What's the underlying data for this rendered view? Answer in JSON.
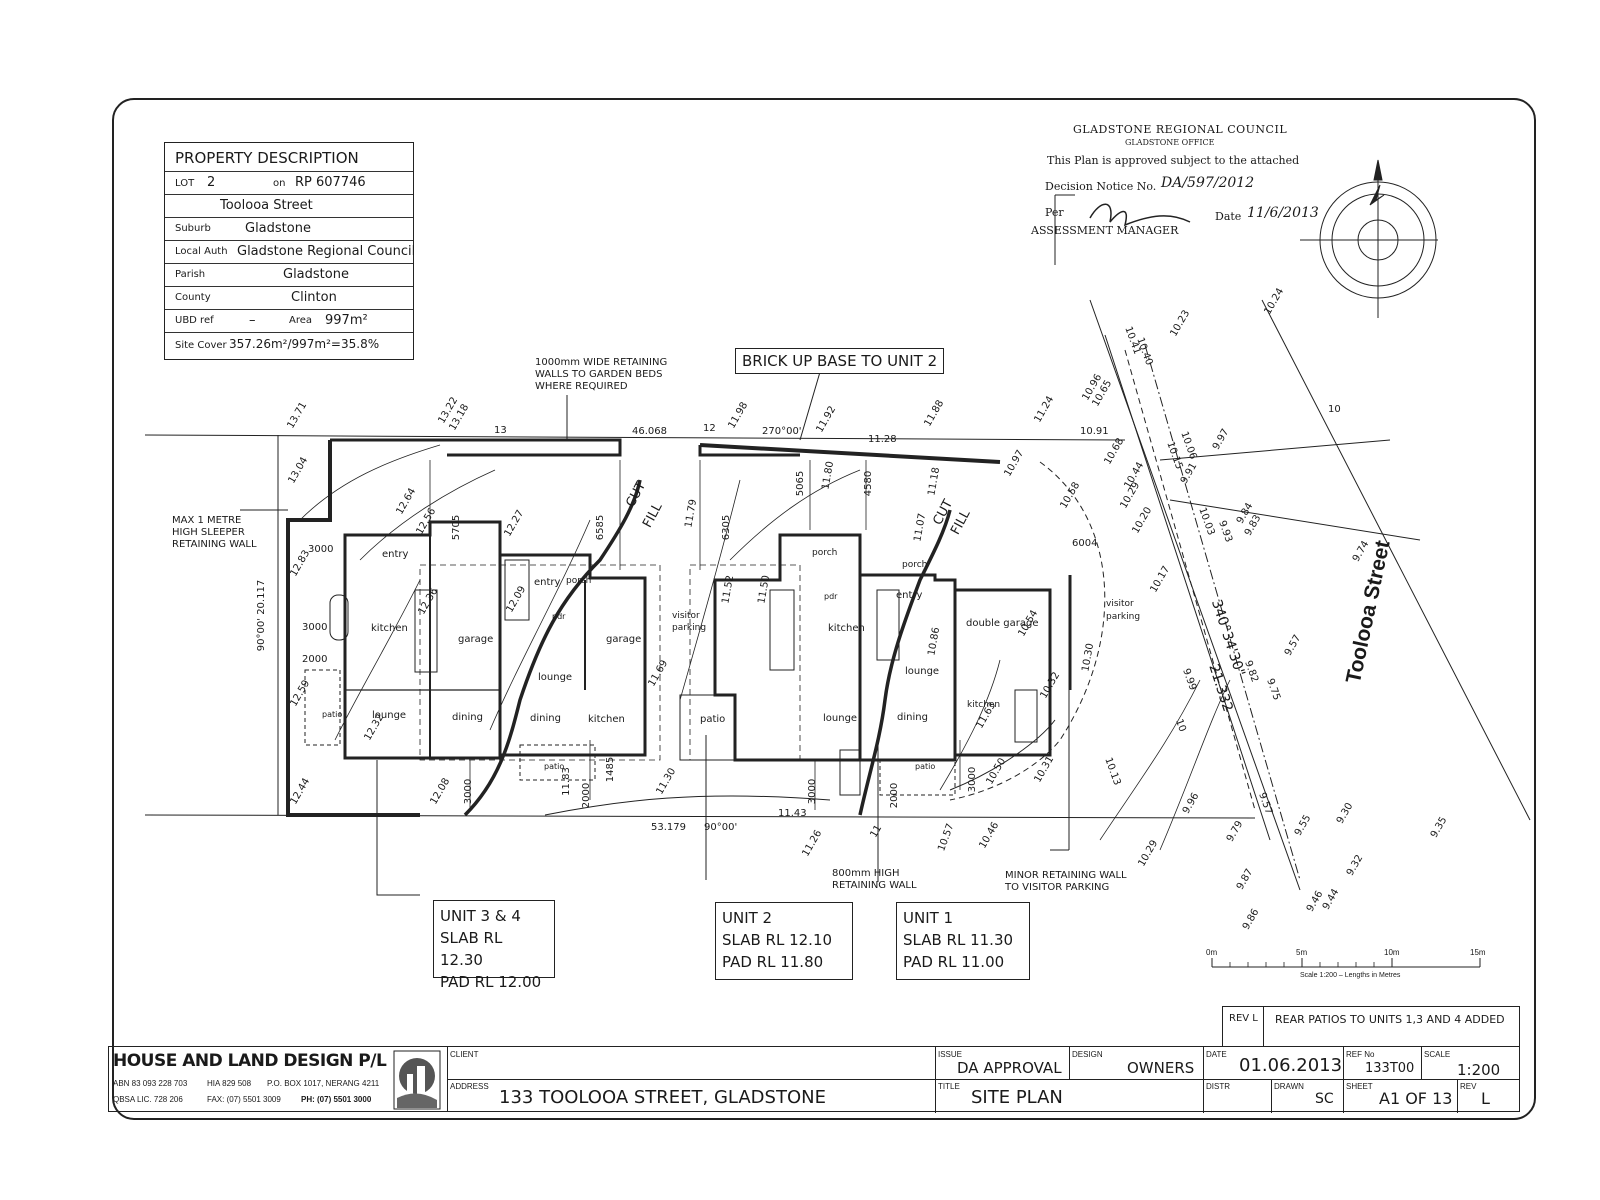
{
  "property": {
    "heading": "PROPERTY DESCRIPTION",
    "lot_label": "LOT",
    "lot_value": "2",
    "on_label": "on",
    "rp": "RP 607746",
    "street": "Toolooa Street",
    "suburb_label": "Suburb",
    "suburb": "Gladstone",
    "local_auth_label": "Local Auth",
    "local_auth": "Gladstone Regional Council",
    "parish_label": "Parish",
    "parish": "Gladstone",
    "county_label": "County",
    "county": "Clinton",
    "ubd_label": "UBD ref",
    "ubd_value": "–",
    "area_label": "Area",
    "area_value": "997m²",
    "site_cover_label": "Site Cover",
    "site_cover_value": "357.26m²/997m²=35.8%"
  },
  "approval": {
    "council": "GLADSTONE REGIONAL COUNCIL",
    "office": "GLADSTONE OFFICE",
    "line1": "This Plan is approved subject to the attached",
    "decision_label": "Decision Notice No.",
    "decision_value": "DA/597/2012",
    "per_label": "Per",
    "date_label": "Date",
    "date_value": "11/6/2013",
    "manager": "ASSESSMENT MANAGER"
  },
  "notes": {
    "brick_base": "BRICK UP BASE TO UNIT 2",
    "retaining_1000": [
      "1000mm WIDE RETAINING",
      "WALLS TO GARDEN BEDS",
      "WHERE REQUIRED"
    ],
    "max_1m": [
      "MAX 1 METRE",
      "HIGH SLEEPER",
      "RETAINING WALL"
    ],
    "retaining_800": [
      "800mm HIGH",
      "RETAINING WALL"
    ],
    "minor_retaining": [
      "MINOR RETAINING WALL",
      "TO VISITOR PARKING"
    ],
    "cut": "CUT",
    "fill": "FILL",
    "street_name": "Toolooa Street",
    "bearing": "340°34'30\"",
    "boundary_len": "21.332",
    "left_boundary": "90°00' 20.117",
    "top_boundary_len": "46.068",
    "top_bearing": "270°00'",
    "bottom_boundary_len": "53.179",
    "bottom_bearing": "90°00'"
  },
  "units": [
    {
      "title": "UNIT 3 & 4",
      "slab": "SLAB RL 12.30",
      "pad": "PAD RL 12.00"
    },
    {
      "title": "UNIT 2",
      "slab": "SLAB RL 12.10",
      "pad": "PAD RL 11.80"
    },
    {
      "title": "UNIT 1",
      "slab": "SLAB RL 11.30",
      "pad": "PAD RL 11.00"
    }
  ],
  "rooms": {
    "entry": "entry",
    "garage": "garage",
    "lounge": "lounge",
    "dining": "dining",
    "kitchen": "kitchen",
    "patio": "patio",
    "porch": "porch",
    "pdr": "pdr",
    "visitor_parking": "visitor parking",
    "double_garage": "double garage"
  },
  "dimensions": [
    "3000",
    "3000",
    "2000",
    "5705",
    "6585",
    "6305",
    "5065",
    "4580",
    "6004",
    "3000",
    "2000",
    "1485",
    "3000",
    "2000",
    "3000"
  ],
  "levels": [
    "13.71",
    "13.22",
    "13.18",
    "13",
    "13.04",
    "12.64",
    "12.56",
    "12.83",
    "12.27",
    "12.09",
    "12.36",
    "12.32",
    "12.59",
    "12.44",
    "12.08",
    "11.83",
    "11.30",
    "11.69",
    "11.98",
    "12",
    "11.92",
    "11.79",
    "11.52",
    "11.50",
    "11.80",
    "11.26",
    "11.43",
    "11.88",
    "11.28",
    "11.18",
    "11.07",
    "11.24",
    "10.97",
    "10.86",
    "10.54",
    "10.58",
    "10.29",
    "10.20",
    "10.91",
    "10.96",
    "10.65",
    "10.68",
    "10.41",
    "10.40",
    "10.23",
    "10.24",
    "10",
    "10.15",
    "10.06",
    "9.97",
    "9.91",
    "10.44",
    "10.17",
    "10.03",
    "9.93",
    "9.84",
    "9.83",
    "9.74",
    "9.57",
    "9.82",
    "9.75",
    "9.99",
    "10",
    "10.30",
    "10.32",
    "10.50",
    "10.31",
    "10.13",
    "10.57",
    "10.46",
    "11",
    "10.29",
    "9.96",
    "9.79",
    "9.87",
    "9.86",
    "9.57",
    "9.55",
    "9.30",
    "9.46",
    "9.44",
    "9.32",
    "9.35",
    "11.63"
  ],
  "scale_bar": {
    "labels": [
      "0m",
      "5m",
      "10m",
      "15m"
    ],
    "caption": "Scale 1:200 – Lengths in Metres"
  },
  "revision": {
    "label": "REV L",
    "text": "REAR PATIOS TO UNITS 1,3 AND 4 ADDED"
  },
  "title_block": {
    "company": "HOUSE AND LAND DESIGN P/L",
    "abn": "ABN 83 093 228 703",
    "hia": "HIA 829 508",
    "po_box": "P.O. BOX 1017, NERANG 4211",
    "qbsa": "QBSA LIC. 728 206",
    "fax": "FAX: (07) 5501 3009",
    "ph": "PH: (07) 5501 3000",
    "client_label": "CLIENT",
    "address_label": "ADDRESS",
    "address": "133 TOOLOOA STREET, GLADSTONE",
    "issue_label": "ISSUE",
    "issue": "DA APPROVAL",
    "design_label": "DESIGN",
    "design": "OWNERS",
    "title_label": "TITLE",
    "title": "SITE PLAN",
    "date_label": "DATE",
    "date": "01.06.2013",
    "ref_label": "REF No",
    "ref": "133T00",
    "scale_label": "SCALE",
    "scale": "1:200",
    "distr_label": "DISTR",
    "drawn_label": "DRAWN",
    "drawn": "SC",
    "sheet_label": "SHEET",
    "sheet": "A1 OF 13",
    "rev_label": "REV",
    "rev": "L"
  }
}
